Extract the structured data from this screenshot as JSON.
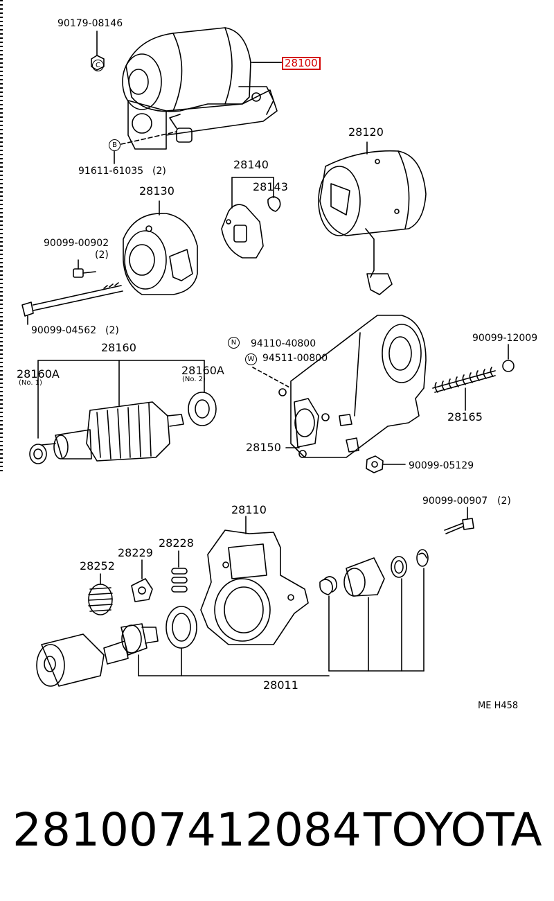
{
  "parts": {
    "p90179_08146": "90179-08146",
    "p28100": "28100",
    "p91611_61035": "91611-61035",
    "p91611_qty": "(2)",
    "p28120": "28120",
    "p28140": "28140",
    "p28143": "28143",
    "p28130": "28130",
    "p90099_00902": "90099-00902",
    "p90099_00902_qty": "(2)",
    "p90099_04562": "90099-04562",
    "p90099_04562_qty": "(2)",
    "p28160": "28160",
    "p28160A_1": "28160A",
    "p28160A_1_sub": "(No. 1)",
    "p28160A_2": "28160A",
    "p28160A_2_sub": "(No. 2)",
    "p94110_40800": "94110-40800",
    "p94511_00800": "94511-00800",
    "p90099_12009": "90099-12009",
    "p28165": "28165",
    "p28150": "28150",
    "p90099_05129": "90099-05129",
    "p90099_00907": "90099-00907",
    "p90099_00907_qty": "(2)",
    "p28110": "28110",
    "p28228": "28228",
    "p28229": "28229",
    "p28252": "28252",
    "p28011": "28011",
    "ref": "ME H458"
  },
  "symbols": {
    "c": "C",
    "b": "B",
    "n": "N",
    "w": "W"
  },
  "footer": {
    "part_number": "28100741208",
    "part_number_last": "4",
    "brand": "TOYOTA"
  },
  "colors": {
    "highlight": "#d40000",
    "ink": "#000000"
  }
}
